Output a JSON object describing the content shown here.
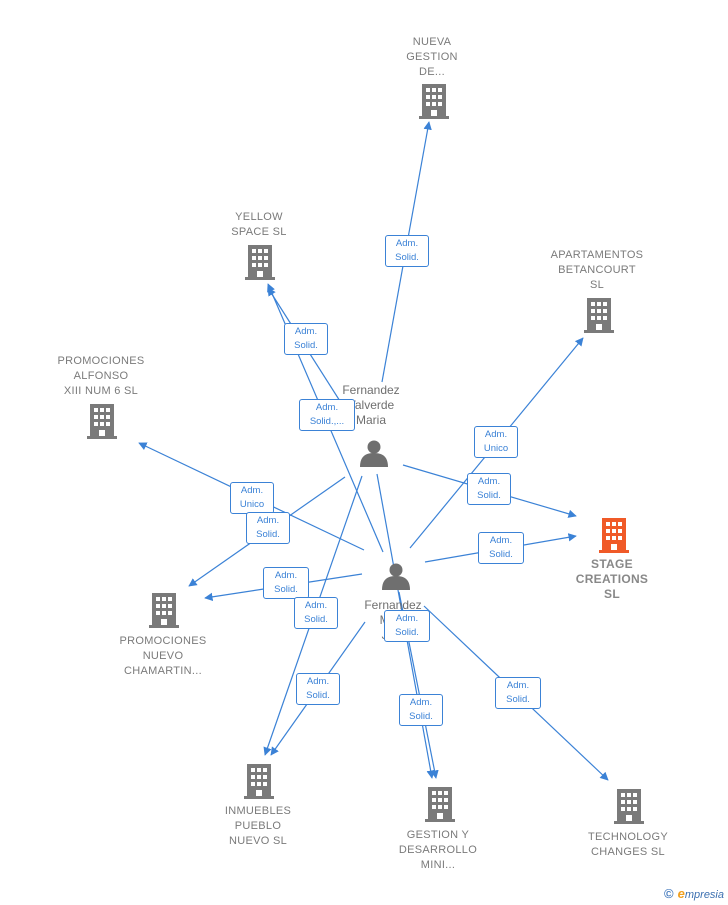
{
  "companies": [
    {
      "id": "nueva",
      "label": "NUEVA\nGESTION\nDE..."
    },
    {
      "id": "yellow",
      "label": "YELLOW\nSPACE  SL"
    },
    {
      "id": "apartamentos",
      "label": "APARTAMENTOS\nBETANCOURT\nSL"
    },
    {
      "id": "promociones_alfonso",
      "label": "PROMOCIONES\nALFONSO\nXIII NUM 6 SL"
    },
    {
      "id": "stage",
      "label": "STAGE\nCREATIONS\nSL",
      "highlight": true
    },
    {
      "id": "promociones_nuevo",
      "label": "PROMOCIONES\nNUEVO\nCHAMARTIN..."
    },
    {
      "id": "inmuebles",
      "label": "INMUEBLES\nPUEBLO\nNUEVO  SL"
    },
    {
      "id": "gestion",
      "label": "GESTION Y\nDESARROLLO\nMINI..."
    },
    {
      "id": "technology",
      "label": "TECHNOLOGY\nCHANGES  SL"
    }
  ],
  "persons": [
    {
      "id": "p1",
      "label": "Fernandez\nValverde\nMaria"
    },
    {
      "id": "p2",
      "label": "Fernandez\nMe...\nJo..."
    }
  ],
  "relations": [
    {
      "id": "r1",
      "label": "Adm.\nSolid."
    },
    {
      "id": "r2",
      "label": "Adm.\nSolid."
    },
    {
      "id": "r3",
      "label": "Adm.\nSolid.,..."
    },
    {
      "id": "r4",
      "label": "Adm.\nUnico"
    },
    {
      "id": "r5",
      "label": "Adm.\nUnico"
    },
    {
      "id": "r6",
      "label": "Adm.\nSolid."
    },
    {
      "id": "r7",
      "label": "Adm.\nSolid."
    },
    {
      "id": "r8",
      "label": "Adm.\nSolid."
    },
    {
      "id": "r9",
      "label": "Adm.\nSolid."
    },
    {
      "id": "r10",
      "label": "Adm.\nSolid."
    },
    {
      "id": "r11",
      "label": "Adm.\nSolid."
    },
    {
      "id": "r12",
      "label": "Adm.\nSolid."
    },
    {
      "id": "r13",
      "label": "Adm.\nSolid."
    },
    {
      "id": "r14",
      "label": "Adm.\nSolid."
    }
  ],
  "colors": {
    "edge": "#3b82d6",
    "building": "#7a7a7a",
    "building_focus": "#f05a28",
    "person": "#6f6f6f"
  },
  "footer": {
    "copyright": "©",
    "brand_first": "e",
    "brand_rest": "mpresia"
  }
}
